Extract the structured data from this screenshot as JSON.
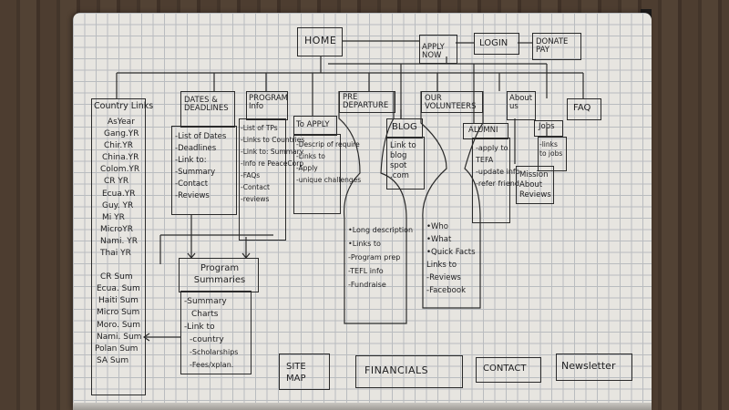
{
  "top_nav": [
    "HOME",
    "APPLY NOW",
    "LOGIN",
    "DONATE PAY"
  ],
  "sections": {
    "country_links": {
      "title": "Country Links",
      "items": [
        "AsYear",
        "Gang.YR",
        "Chir.YR",
        "China.YR",
        "Colom.YR",
        "CR YR",
        "Ecua.YR",
        "Guy. YR",
        "Mi YR",
        "MicroYR",
        "Nami. YR",
        "Thai YR",
        "CR Sum",
        "Ecua. Sum",
        "Haiti Sum",
        "Micro Sum",
        "Moro. Sum",
        "Nami. Sum",
        "Polan Sum",
        "SA Sum"
      ]
    },
    "dates": {
      "title": "DATES & DEADLINES",
      "items": [
        "-List of Dates",
        "-Deadlines",
        "-Link to:",
        "-Summary",
        "-Contact",
        "-Reviews"
      ]
    },
    "program_info": {
      "title": "PROGRAM Info",
      "items": [
        "-List of TPs",
        "-Links to Countries",
        "-Link to: Summary",
        "-Info re PeaceCorp",
        "-FAQs",
        "-Contact",
        "-reviews"
      ]
    },
    "to_apply": {
      "title": "To APPLY",
      "items": [
        "-Descrip of require",
        "-Links to",
        "-Apply",
        "-unique challenges"
      ]
    },
    "pre_departure": {
      "title": "PRE DEPARTURE",
      "items": [
        "•Long description",
        "•Links to",
        "-Program prep",
        "-TEFL info",
        "-Fundraise"
      ]
    },
    "blog": {
      "title": "BLOG",
      "items": [
        "Link to blog spot .com"
      ]
    },
    "volunteers": {
      "title": "OUR VOLUNTEERS",
      "items": [
        "•Who",
        "•What",
        "•Quick Facts",
        "Links to",
        "-Reviews",
        "-Facebook"
      ]
    },
    "alumni": {
      "title": "ALUMNI",
      "items": [
        "-apply to",
        "TEFA",
        "-update info",
        "-refer friend"
      ]
    },
    "about_us": {
      "title": "About us",
      "items": [
        "Mission",
        "About",
        "Reviews"
      ]
    },
    "jobs": {
      "title": "Jobs",
      "items": [
        "-links to jobs"
      ]
    },
    "faq": {
      "title": "FAQ"
    },
    "program_summaries": {
      "title": "Program Summaries",
      "items": [
        "-Summary",
        "Charts",
        "-Link to",
        "-country",
        "-Scholarships",
        "-Fees/xplan."
      ]
    }
  },
  "footer": [
    "SITE MAP",
    "FINANCIALS",
    "CONTACT",
    "Newsletter"
  ]
}
